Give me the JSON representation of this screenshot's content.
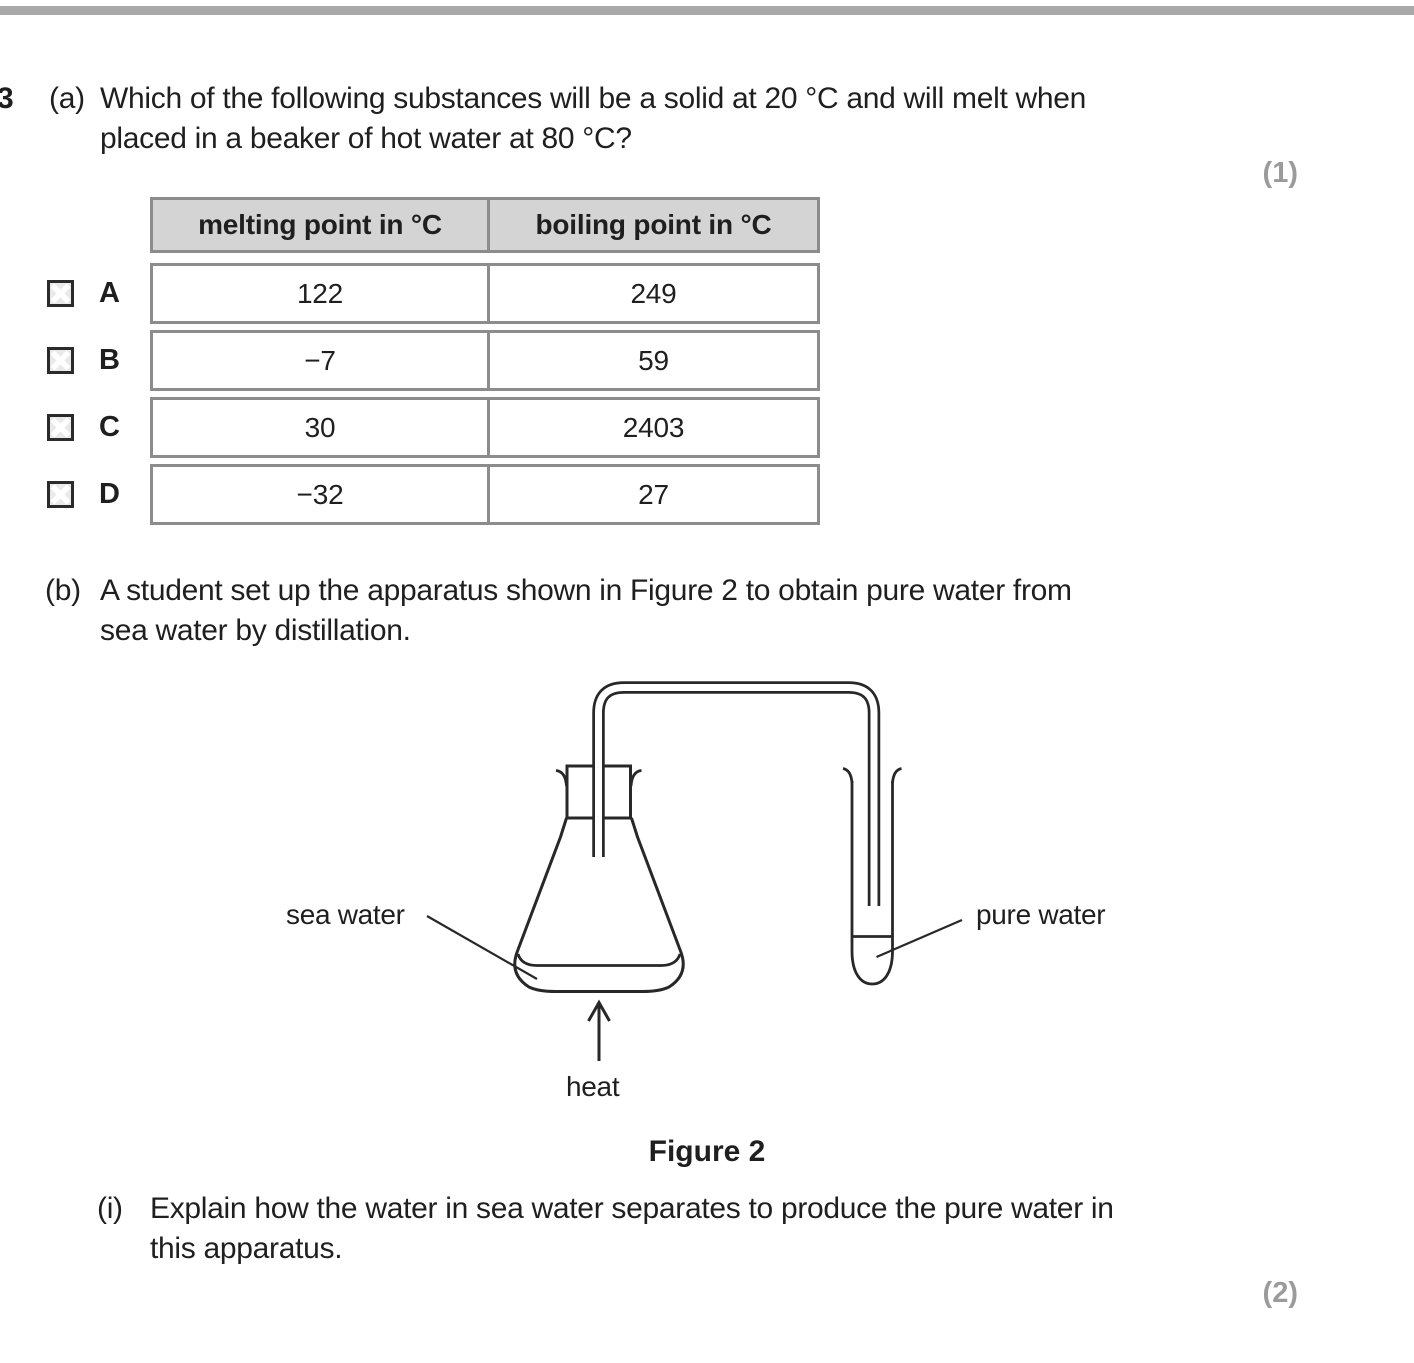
{
  "question": {
    "number": "3",
    "part_a": {
      "label": "(a)",
      "line1": "Which of the following substances will be a solid at 20 °C and will melt when",
      "line2": "placed in a beaker of hot water at 80 °C?",
      "marks": "(1)"
    },
    "table": {
      "headers": [
        "melting point in °C",
        "boiling point in °C"
      ],
      "rows": [
        {
          "option": "A",
          "melting": "122",
          "boiling": "249"
        },
        {
          "option": "B",
          "melting": "−7",
          "boiling": "59"
        },
        {
          "option": "C",
          "melting": "30",
          "boiling": "2403"
        },
        {
          "option": "D",
          "melting": "−32",
          "boiling": "27"
        }
      ]
    },
    "part_b": {
      "label": "(b)",
      "line1": "A student set up the apparatus shown in Figure 2 to obtain pure water from",
      "line2": "sea water by distillation.",
      "figure": {
        "sea_water_label": "sea water",
        "pure_water_label": "pure water",
        "heat_label": "heat",
        "caption": "Figure 2"
      },
      "part_i": {
        "label": "(i)",
        "line1": "Explain how the water in sea water separates to produce the pure water in",
        "line2": "this apparatus.",
        "marks": "(2)"
      }
    }
  }
}
